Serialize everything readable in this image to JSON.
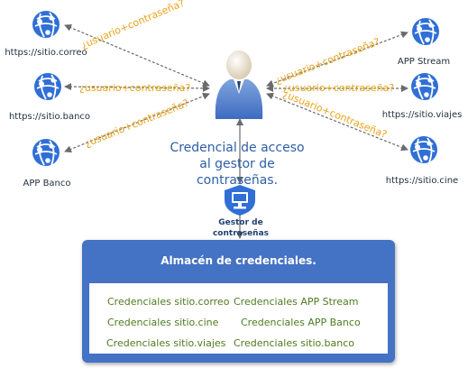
{
  "services_left": [
    {
      "label": "https://sitio.correo",
      "icon": "web-app-globe-icon"
    },
    {
      "label": "https://sitio.banco",
      "icon": "web-app-globe-icon"
    },
    {
      "label": "APP Banco",
      "icon": "web-app-globe-icon"
    }
  ],
  "services_right": [
    {
      "label": "APP Stream",
      "icon": "web-app-globe-icon"
    },
    {
      "label": "https://sitio.viajes",
      "icon": "web-app-globe-icon"
    },
    {
      "label": "https://sitio.cine",
      "icon": "web-app-globe-icon"
    }
  ],
  "connection_label": "¿usuario+contraseña?",
  "user": {
    "icon": "user-icon",
    "caption": "Credencial de acceso al gestor de contraseñas."
  },
  "password_manager": {
    "icon": "shield-monitor-icon",
    "label": "Gestor de contraseñas"
  },
  "store": {
    "title": "Almacén de credenciales.",
    "credentials": [
      "Credenciales sitio.correo",
      "Credenciales APP Stream",
      "Credenciales sitio.cine",
      "Credenciales APP Banco",
      "Credenciales sitio.viajes",
      "Credenciales sitio.banco"
    ]
  },
  "colors": {
    "icon_blue": "#2f6fd6",
    "arrow_gray": "#6b6b6b",
    "connection_label": "#e8a317",
    "caption": "#2e5fa6",
    "store_bg": "#4472c4",
    "credential_text": "#4f7a1f"
  }
}
